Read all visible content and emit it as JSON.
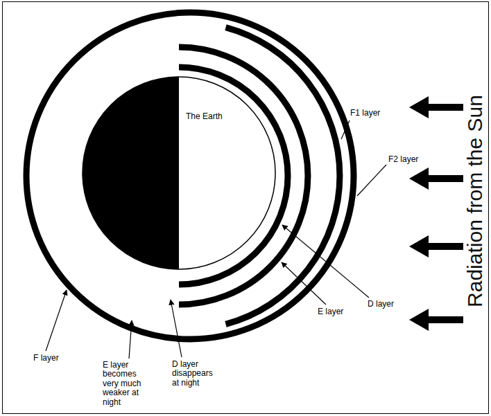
{
  "diagram": {
    "nodes": [
      {
        "text": [
          "The Earth"
        ]
      }
    ],
    "labels": [
      "F1 layer",
      "F2 layer",
      "D layer",
      "E layer",
      "F layer",
      "E layer becomes very much weaker at night",
      "D layer disappears at night",
      "Radiation from the Sun"
    ]
  }
}
